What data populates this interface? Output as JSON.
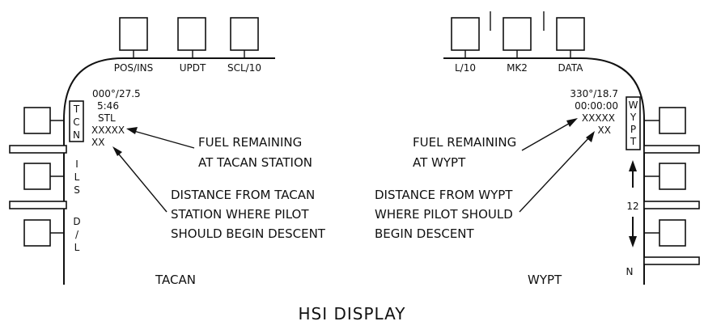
{
  "title": "HSI DISPLAY",
  "left_panel": {
    "name": "TACAN",
    "top_buttons": [
      "POS/INS",
      "UPDT",
      "SCL/10"
    ],
    "side_labels": {
      "tcn": [
        "T",
        "C",
        "N"
      ],
      "ils": [
        "I",
        "L",
        "S"
      ],
      "dl": [
        "D",
        "/",
        "L"
      ]
    },
    "readout": [
      "000°/27.5",
      "5:46",
      "STL",
      "XXXXX",
      "XX"
    ],
    "callout_fuel": [
      "FUEL REMAINING",
      "AT TACAN STATION"
    ],
    "callout_distance": [
      "DISTANCE FROM TACAN",
      "STATION WHERE PILOT",
      "SHOULD BEGIN DESCENT"
    ]
  },
  "right_panel": {
    "name": "WYPT",
    "top_buttons": [
      "L/10",
      "MK2",
      "DATA"
    ],
    "side_labels": {
      "wypt": [
        "W",
        "Y",
        "P",
        "T"
      ]
    },
    "waypoint_number": "12",
    "bottom_label": "N",
    "readout": [
      "330°/18.7",
      "00:00:00",
      "XXXXX",
      "XX"
    ],
    "callout_fuel": [
      "FUEL REMAINING",
      "AT WYPT"
    ],
    "callout_distance": [
      "DISTANCE FROM WYPT",
      "WHERE PILOT SHOULD",
      "BEGIN DESCENT"
    ]
  }
}
